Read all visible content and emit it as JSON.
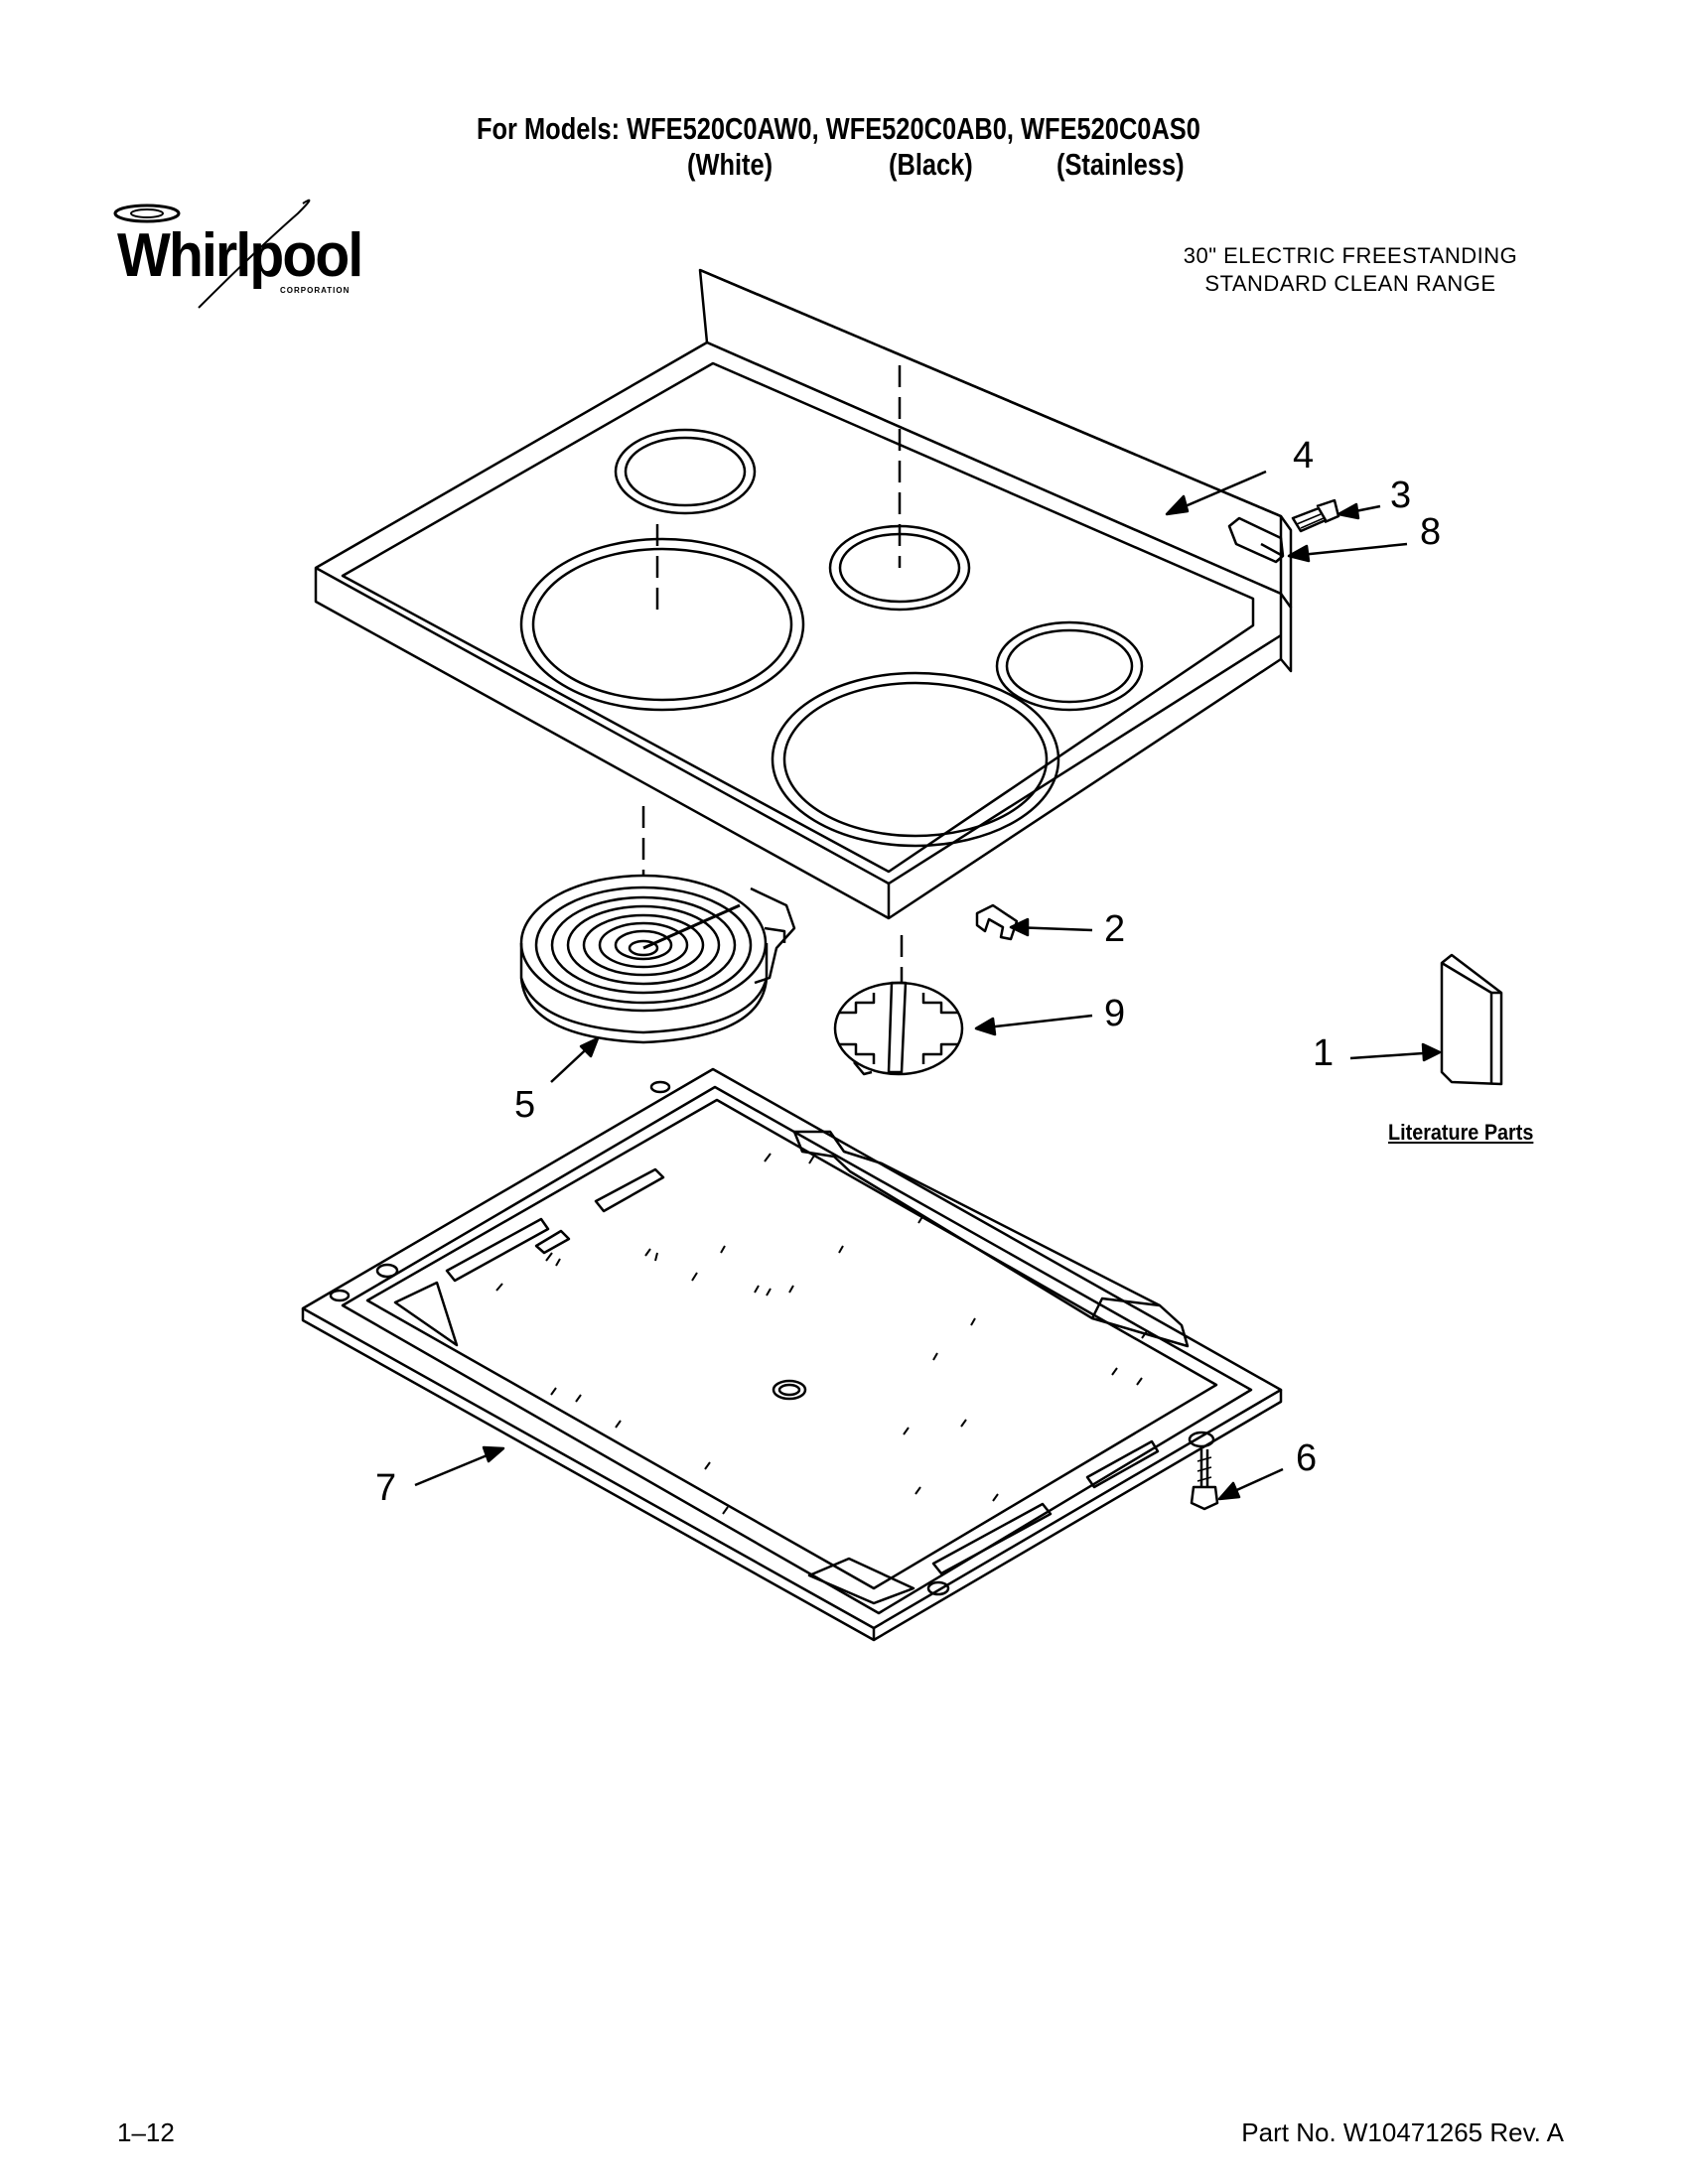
{
  "header": {
    "models_line": "For Models: WFE520C0AW0, WFE520C0AB0, WFE520C0AS0",
    "color_white": "(White)",
    "color_black": "(Black)",
    "color_stainless": "(Stainless)"
  },
  "brand": {
    "name": "Whirlpool",
    "corporation": "CORPORATION"
  },
  "subtitle": {
    "line1": "30\" ELECTRIC FREESTANDING",
    "line2": "STANDARD CLEAN RANGE"
  },
  "callouts": {
    "c1": "1",
    "c2": "2",
    "c3": "3",
    "c4": "4",
    "c5": "5",
    "c6": "6",
    "c7": "7",
    "c8": "8",
    "c9": "9"
  },
  "literature_label": "Literature Parts",
  "footer": {
    "page": "1–12",
    "part_no": "Part No. W10471265 Rev. A"
  }
}
